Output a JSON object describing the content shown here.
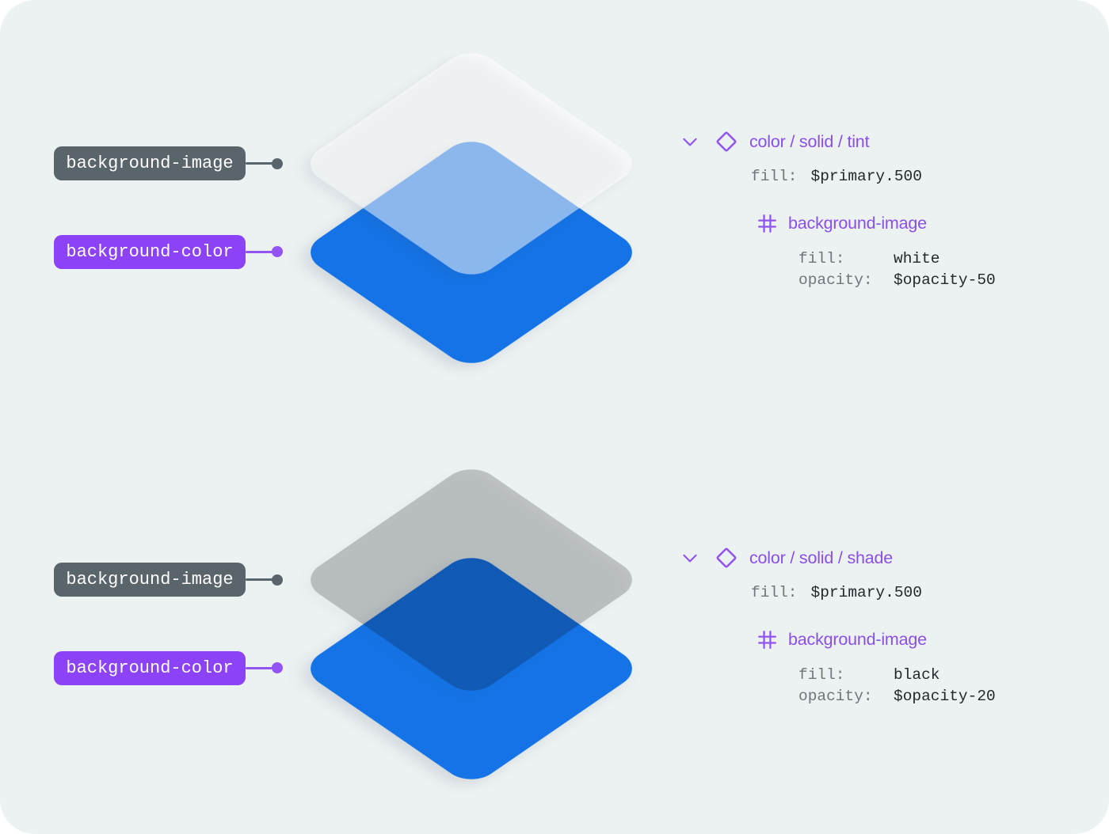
{
  "colors": {
    "canvas_bg": "#ECF1F2",
    "primary_blue": "#1473E6",
    "pill_gray": "#59646B",
    "pill_purple": "#8C42F6",
    "purple_accent": "#9254F2",
    "text_purple": "#8A4FE8",
    "mono_label": "#6F767C",
    "mono_value": "#23282D"
  },
  "icons": {
    "expand": "chevron-down",
    "token_type": "diamond-outline",
    "layer_type": "frame-grid"
  },
  "groups": [
    {
      "labels": {
        "image": "background-image",
        "color": "background-color"
      },
      "token": {
        "name": "color / solid / tint",
        "fill_label": "fill:",
        "fill_value": "$primary.500",
        "layer": {
          "name": "background-image",
          "props": [
            {
              "label": "fill:",
              "value": "white"
            },
            {
              "label": "opacity:",
              "value": "$opacity-50"
            }
          ]
        }
      }
    },
    {
      "labels": {
        "image": "background-image",
        "color": "background-color"
      },
      "token": {
        "name": "color / solid / shade",
        "fill_label": "fill:",
        "fill_value": "$primary.500",
        "layer": {
          "name": "background-image",
          "props": [
            {
              "label": "fill:",
              "value": "black"
            },
            {
              "label": "opacity:",
              "value": "$opacity-20"
            }
          ]
        }
      }
    }
  ]
}
